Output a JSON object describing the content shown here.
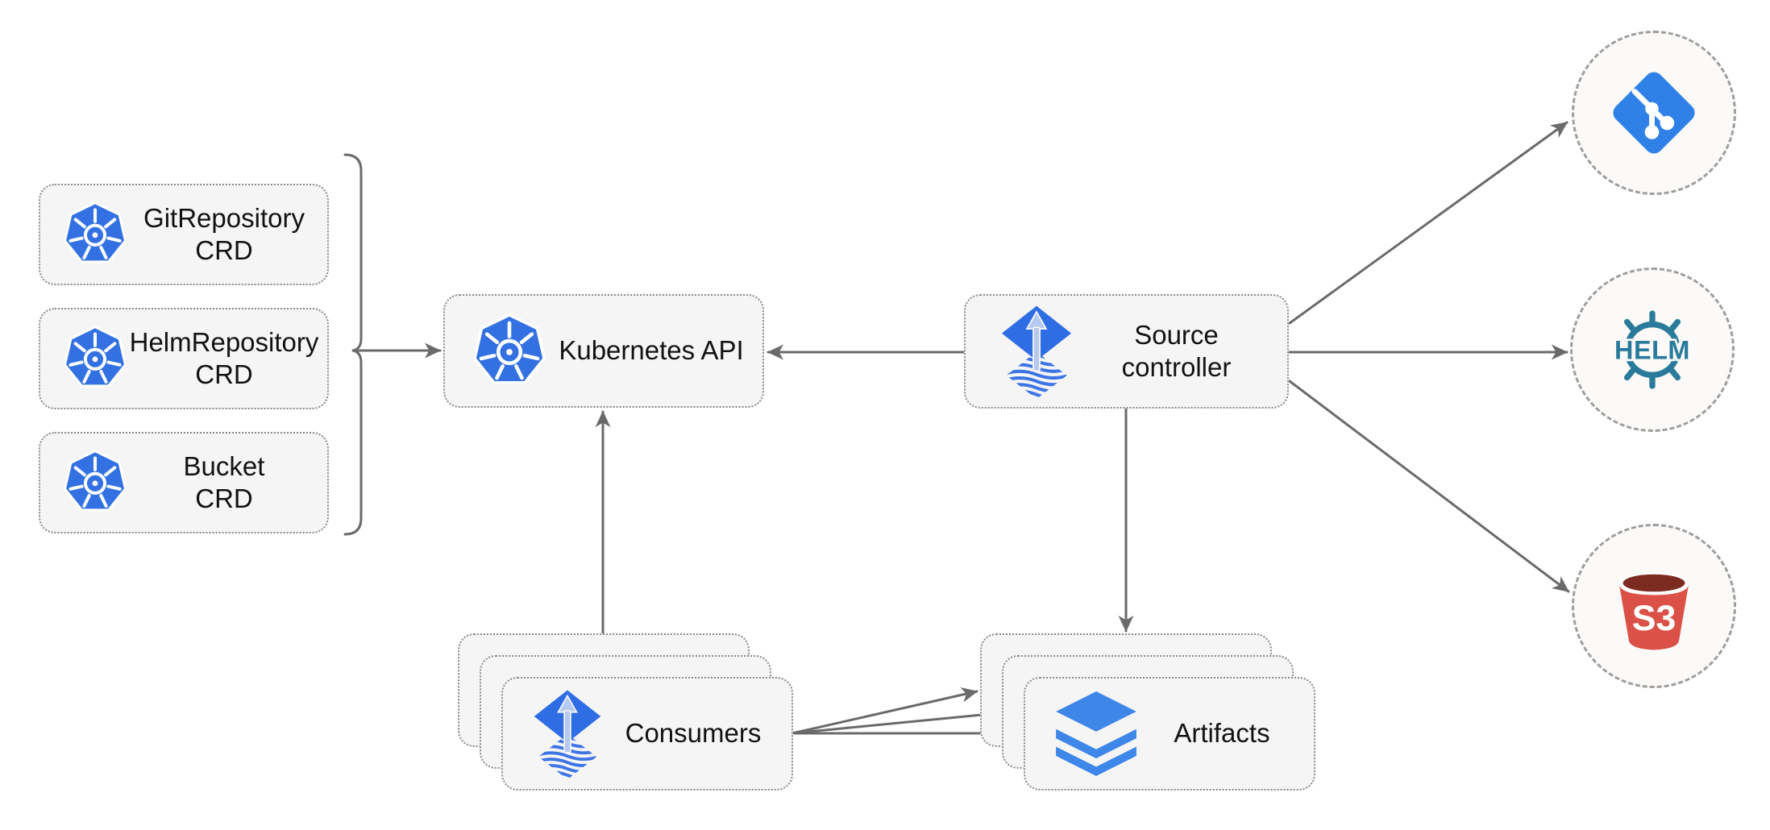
{
  "diagram": {
    "crd_nodes": [
      {
        "title": "GitRepository",
        "subtitle": "CRD"
      },
      {
        "title": "HelmRepository",
        "subtitle": "CRD"
      },
      {
        "title": "Bucket",
        "subtitle": "CRD"
      }
    ],
    "kubernetes_api": {
      "label": "Kubernetes API"
    },
    "source_controller": {
      "title": "Source",
      "subtitle": "controller"
    },
    "consumers": {
      "label": "Consumers"
    },
    "artifacts": {
      "label": "Artifacts"
    },
    "external_targets": {
      "helm_wordmark": "HELM",
      "s3_wordmark": "S3"
    },
    "colors": {
      "kubernetes_blue": "#3371E3",
      "flux_blue": "#2E6DE4",
      "flux_arrow_light": "#B6C9F0",
      "git_blue": "#2F81E8",
      "helm_teal": "#2A7A9B",
      "s3_red": "#DB5147",
      "s3_dark": "#7C2B20",
      "layers_blue": "#3E87E8",
      "connector_gray": "#6A6A6A",
      "node_fill": "#F5F5F5"
    }
  }
}
